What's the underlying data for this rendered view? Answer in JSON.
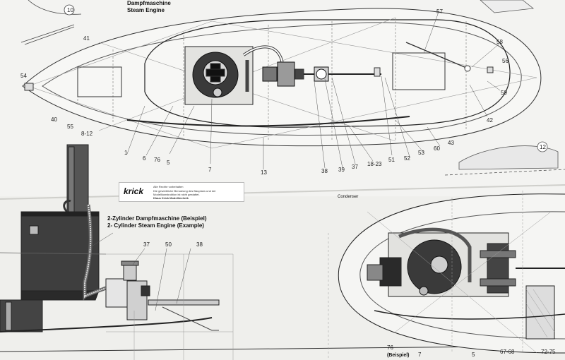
{
  "titles": {
    "top_de": "Dampfmaschine",
    "top_en": "Steam Engine",
    "bottom_de": "2-Zylinder Dampfmaschine (Beispiel)",
    "bottom_en": "2- Cylinder Steam Engine (Example)",
    "condenser": "Condenser",
    "bottom_partial": "(Beispiel)"
  },
  "notice": {
    "brand": "krick",
    "line1": "Alle Rechte vorbehalten",
    "line2": "Die gewerbliche Benutzung des Bauplans und der",
    "line3": "Modellkonstruktion ist nicht gestattet.",
    "line4": "Klaus Krick Modelltechnik"
  },
  "part_numbers": {
    "n10": "10",
    "n41": "41",
    "n54": "54",
    "n40": "40",
    "n55": "55",
    "n8_12": "8-12",
    "n1": "1",
    "n6": "6",
    "n76a": "76",
    "n5": "5",
    "n7": "7",
    "n13": "13",
    "n38": "38",
    "n39": "39",
    "n37": "37",
    "n18_23": "18-23",
    "n51": "51",
    "n52": "52",
    "n53": "53",
    "n60": "60",
    "n43": "43",
    "n42": "42",
    "n59": "59",
    "n56": "56",
    "n58": "58",
    "n57": "57",
    "n12": "12",
    "b37": "37",
    "b50": "50",
    "b38": "38",
    "b76": "76",
    "b7": "7",
    "b5": "5",
    "b67_68": "67-68",
    "b72_75": "72-75"
  }
}
